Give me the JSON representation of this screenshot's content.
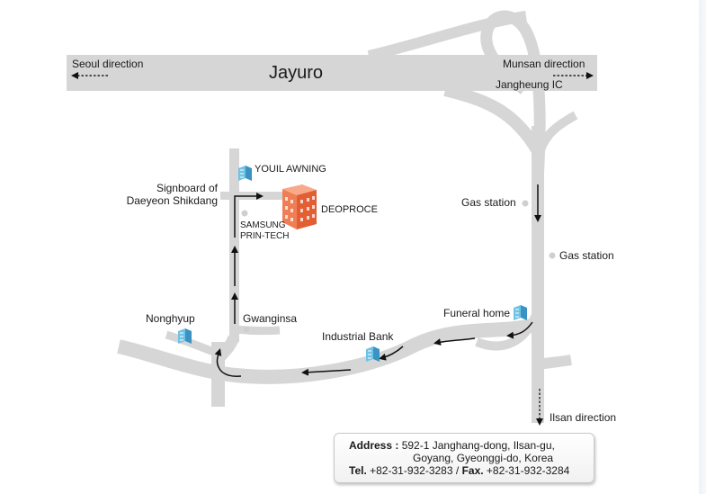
{
  "colors": {
    "road": "#d6d6d6",
    "arrow": "#111111",
    "building": "#ef7b52",
    "landmark_icon": "#5ab4dc",
    "dot": "#cfcfcf"
  },
  "road": {
    "name": "Jayuro"
  },
  "directions": {
    "seoul": "Seoul direction",
    "munsan": "Munsan direction",
    "ilsan": "Ilsan direction",
    "jangheung_ic": "Jangheung IC"
  },
  "landmarks": {
    "youil": "YOUIL AWNING",
    "signboard_1": "Signboard of",
    "signboard_2": "Daeyeon Shikdang",
    "deoproce": "DEOPROCE",
    "samsung_1": "SAMSUNG",
    "samsung_2": "PRIN-TECH",
    "gas_station_1": "Gas station",
    "gas_station_2": "Gas station",
    "nonghyup": "Nonghyup",
    "gwanginsa": "Gwanginsa",
    "funeral_home": "Funeral home",
    "industrial_bank": "Industrial Bank"
  },
  "address": {
    "label": "Address",
    "separator": " : ",
    "line1": "592-1 Janghang-dong, Ilsan-gu,",
    "line2": "Goyang, Gyeonggi-do, Korea",
    "tel_label": "Tel.",
    "tel": "+82-31-932-3283",
    "slash": " / ",
    "fax_label": "Fax.",
    "fax": "+82-31-932-3284"
  }
}
